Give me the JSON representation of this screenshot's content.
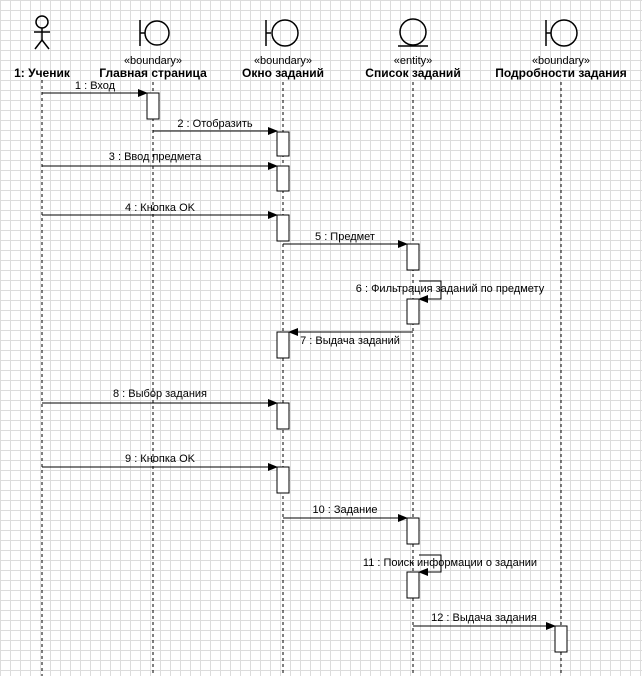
{
  "participants": [
    {
      "id": "student",
      "kind": "actor",
      "stereotype": "",
      "name": "1: Ученик"
    },
    {
      "id": "main_page",
      "kind": "boundary",
      "stereotype": "«boundary»",
      "name": "Главная страница"
    },
    {
      "id": "tasks_window",
      "kind": "boundary",
      "stereotype": "«boundary»",
      "name": "Окно заданий"
    },
    {
      "id": "tasks_list",
      "kind": "entity",
      "stereotype": "«entity»",
      "name": "Список заданий"
    },
    {
      "id": "task_details",
      "kind": "boundary",
      "stereotype": "«boundary»",
      "name": "Подробности задания"
    }
  ],
  "messages": [
    {
      "from": "student",
      "to": "main_page",
      "text": "1 : Вход"
    },
    {
      "from": "main_page",
      "to": "tasks_window",
      "text": "2 : Отобразить"
    },
    {
      "from": "student",
      "to": "tasks_window",
      "text": "3 : Ввод предмета"
    },
    {
      "from": "student",
      "to": "tasks_window",
      "text": "4 : Кнопка OK"
    },
    {
      "from": "tasks_window",
      "to": "tasks_list",
      "text": "5 : Предмет"
    },
    {
      "from": "tasks_list",
      "to": "tasks_list",
      "text": "6 : Фильтрация заданий по предмету"
    },
    {
      "from": "tasks_list",
      "to": "tasks_window",
      "text": "7 : Выдача заданий"
    },
    {
      "from": "student",
      "to": "tasks_window",
      "text": "8 : Выбор задания"
    },
    {
      "from": "student",
      "to": "tasks_window",
      "text": "9 : Кнопка OK"
    },
    {
      "from": "tasks_window",
      "to": "tasks_list",
      "text": "10 : Задание"
    },
    {
      "from": "tasks_list",
      "to": "tasks_list",
      "text": "11 : Поиск информации о задании"
    },
    {
      "from": "tasks_list",
      "to": "task_details",
      "text": "12 : Выдача задания"
    }
  ]
}
